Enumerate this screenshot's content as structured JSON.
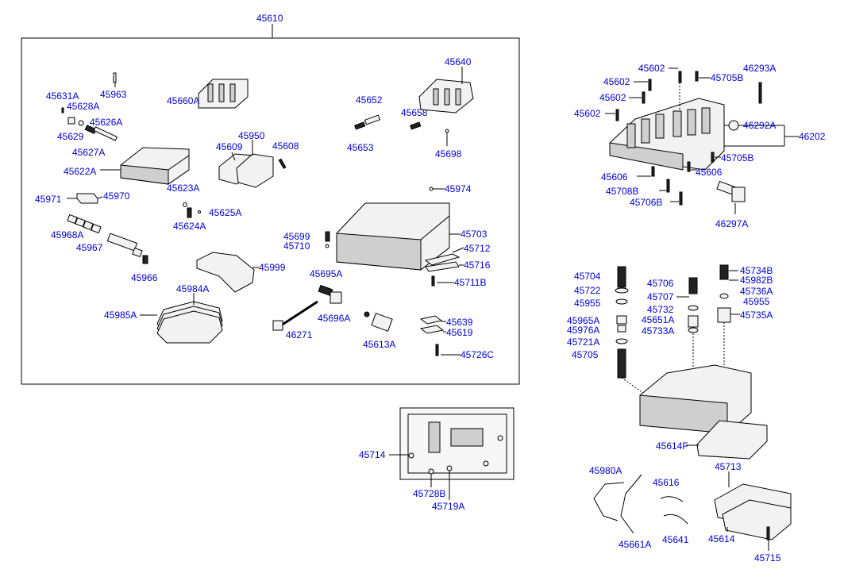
{
  "labels": {
    "l45610": "45610",
    "l45640": "45640",
    "l45963": "45963",
    "l45631a": "45631A",
    "l45628a": "45628A",
    "l45660a": "45660A",
    "l45652": "45652",
    "l45658": "45658",
    "l45626a": "45626A",
    "l45629": "45629",
    "l45950": "45950",
    "l45609": "45609",
    "l45608": "45608",
    "l45627a": "45627A",
    "l45653": "45653",
    "l45698": "45698",
    "l45622a": "45622A",
    "l45623a": "45623A",
    "l45974": "45974",
    "l45971": "45971",
    "l45970": "45970",
    "l45625a": "45625A",
    "l45624a": "45624A",
    "l45968a": "45968A",
    "l45703": "45703",
    "l45699": "45699",
    "l45967": "45967",
    "l45710": "45710",
    "l45712": "45712",
    "l45999": "45999",
    "l45716": "45716",
    "l45966": "45966",
    "l45695a": "45695A",
    "l45711b": "45711B",
    "l45984a": "45984A",
    "l45985a": "45985A",
    "l45696a": "45696A",
    "l45639": "45639",
    "l45619": "45619",
    "l46271": "46271",
    "l45613a": "45613A",
    "l45726c": "45726C",
    "l45602_1": "45602",
    "l46293a": "46293A",
    "l45705b_1": "45705B",
    "l45602_2": "45602",
    "l45602_3": "45602",
    "l45602_4": "45602",
    "l46292a": "46292A",
    "l46202": "46202",
    "l45705b_2": "45705B",
    "l45606_1": "45606",
    "l45606_2": "45606",
    "l45708b": "45708B",
    "l45706b": "45706B",
    "l46297a": "46297A",
    "l45704": "45704",
    "l45734b": "45734B",
    "l45982b": "45982B",
    "l45706": "45706",
    "l45722": "45722",
    "l45736a": "45736A",
    "l45707": "45707",
    "l45955_1": "45955",
    "l45955_2": "45955",
    "l45732": "45732",
    "l45735a": "45735A",
    "l45965a": "45965A",
    "l45651a": "45651A",
    "l45976a": "45976A",
    "l45733a": "45733A",
    "l45721a": "45721A",
    "l45705": "45705",
    "l45614f": "45614F",
    "l45714": "45714",
    "l45713": "45713",
    "l45728b": "45728B",
    "l45719a": "45719A",
    "l45980a": "45980A",
    "l45616": "45616",
    "l45661a": "45661A",
    "l45641": "45641",
    "l45614": "45614",
    "l45715": "45715"
  }
}
